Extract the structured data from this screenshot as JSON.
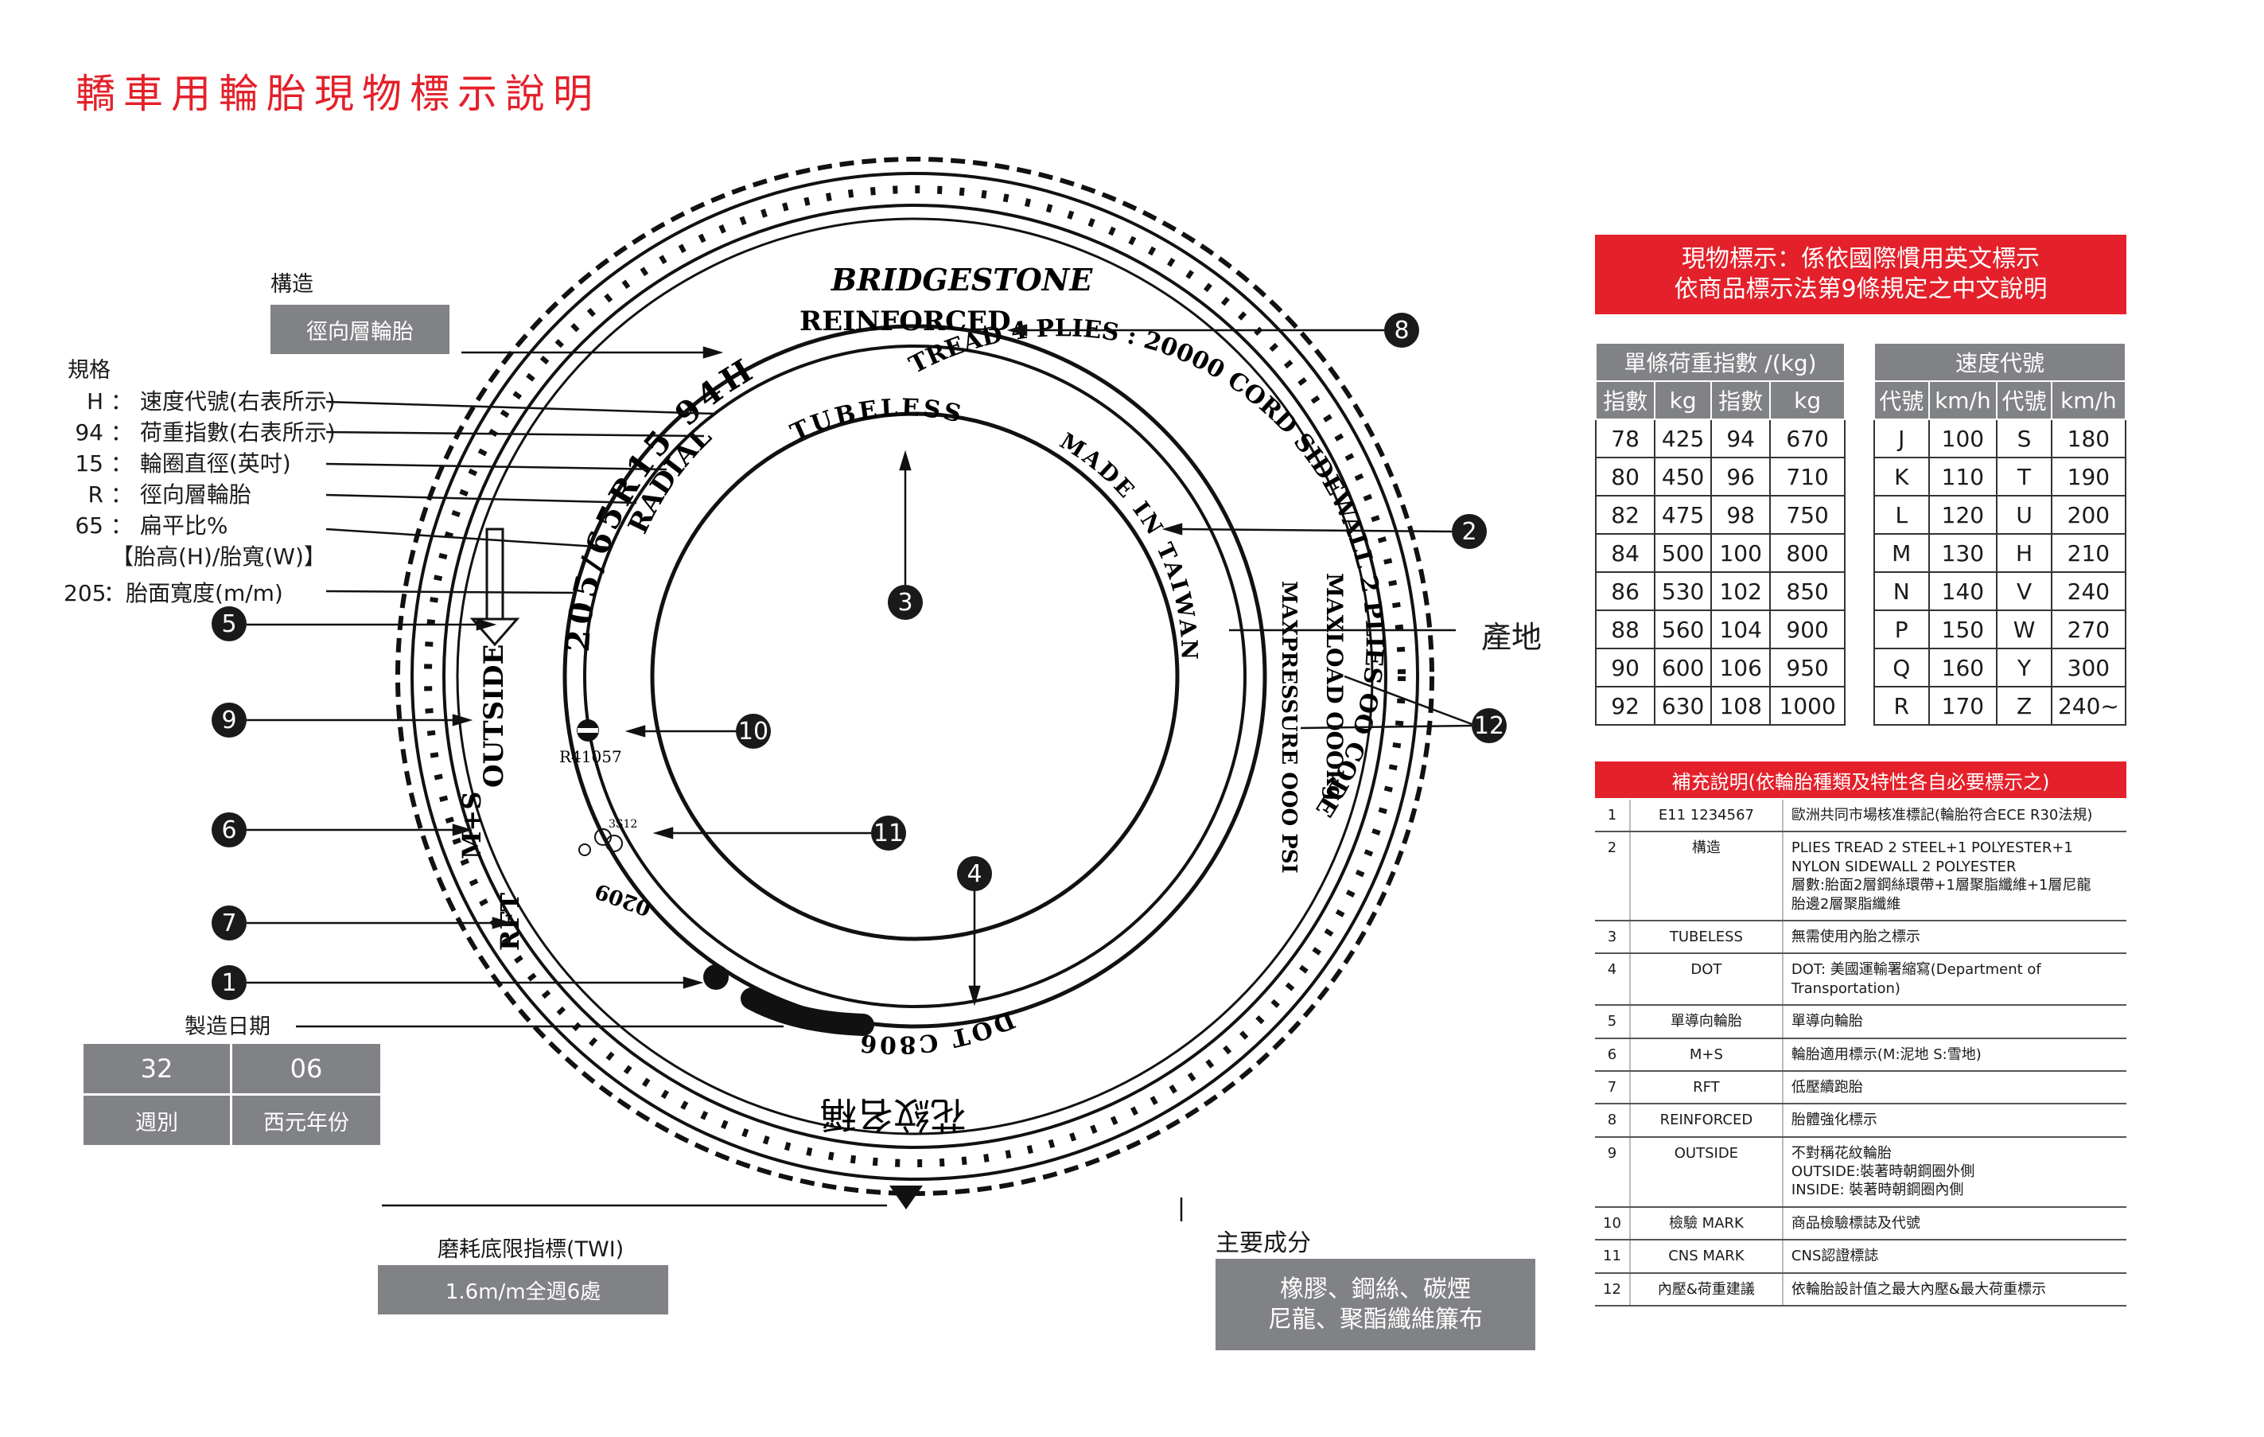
{
  "title": "轎車用輪胎現物標示說明",
  "left": {
    "structure_label": "構造",
    "structure_value": "徑向層輪胎",
    "spec_label": "規格",
    "spec_lines": [
      {
        "key": "H",
        "sep": "：",
        "desc": "速度代號(右表所示)"
      },
      {
        "key": "94",
        "sep": "：",
        "desc": "荷重指數(右表所示)"
      },
      {
        "key": "15",
        "sep": "：",
        "desc": "輪圈直徑(英吋)"
      },
      {
        "key": "R",
        "sep": "：",
        "desc": "徑向層輪胎"
      },
      {
        "key": "65",
        "sep": "：",
        "desc": "扁平比%"
      },
      {
        "key": "",
        "sep": "",
        "desc": "【胎高(H)/胎寬(W)】"
      },
      {
        "key": "205",
        "sep": "：",
        "desc": "胎面寬度(m/m)"
      }
    ],
    "manufacture_label": "製造日期",
    "date_values": [
      "32",
      "06"
    ],
    "date_labels": [
      "週別",
      "西元年份"
    ]
  },
  "tire": {
    "brand": "BRIDGESTONE",
    "reinforced": "REINFORCED",
    "radial": "RADIAL",
    "size": "205/65R15 94H",
    "tubeless": "TUBELESS",
    "tread": "TREAD 4 PLIES : 20000 CORD SIDEWALL 2 PLIES OO CODE",
    "made_in": "MADE IN TAIWAN",
    "maxload": "MAXLOAD OOOkg",
    "maxpressure": "MAXPRESSURE OOO PSI",
    "outside": "OUTSIDE",
    "ms": "M+S",
    "rft": "RFT",
    "dot": "DOT C806",
    "date_code": "0209",
    "r_code": "R41057",
    "cns_code": "3S12",
    "pattern_name": "花紋名稱",
    "origin_label": "產地"
  },
  "callouts": [
    "1",
    "2",
    "3",
    "4",
    "5",
    "6",
    "7",
    "8",
    "9",
    "10",
    "11",
    "12"
  ],
  "twi_label": "磨耗底限指標(TWI)",
  "twi_value": "1.6m/m全週6處",
  "material_label": "主要成分",
  "material_lines": [
    "橡膠、鋼絲、碳煙",
    "尼龍、聚酯纖維簾布"
  ],
  "header_box": [
    "現物標示：係依國際慣用英文標示",
    "依商品標示法第9條規定之中文說明"
  ],
  "load_table": {
    "title": "單條荷重指數 /(kg)",
    "headers": [
      "指數",
      "kg",
      "指數",
      "kg"
    ],
    "rows": [
      [
        "78",
        "425",
        "94",
        "670"
      ],
      [
        "80",
        "450",
        "96",
        "710"
      ],
      [
        "82",
        "475",
        "98",
        "750"
      ],
      [
        "84",
        "500",
        "100",
        "800"
      ],
      [
        "86",
        "530",
        "102",
        "850"
      ],
      [
        "88",
        "560",
        "104",
        "900"
      ],
      [
        "90",
        "600",
        "106",
        "950"
      ],
      [
        "92",
        "630",
        "108",
        "1000"
      ]
    ]
  },
  "speed_table": {
    "title": "速度代號",
    "headers": [
      "代號",
      "km/h",
      "代號",
      "km/h"
    ],
    "rows": [
      [
        "J",
        "100",
        "S",
        "180"
      ],
      [
        "K",
        "110",
        "T",
        "190"
      ],
      [
        "L",
        "120",
        "U",
        "200"
      ],
      [
        "M",
        "130",
        "H",
        "210"
      ],
      [
        "N",
        "140",
        "V",
        "240"
      ],
      [
        "P",
        "150",
        "W",
        "270"
      ],
      [
        "Q",
        "160",
        "Y",
        "300"
      ],
      [
        "R",
        "170",
        "Z",
        "240~"
      ]
    ]
  },
  "supplement": {
    "title": "補充說明(依輪胎種類及特性各自必要標示之)",
    "rows": [
      {
        "n": "1",
        "c": "E11  1234567",
        "d": "歐洲共同市場核准標記(輪胎符合ECE R30法規)"
      },
      {
        "n": "2",
        "c": "構造",
        "d": "PLIES TREAD 2 STEEL+1 POLYESTER+1\nNYLON SIDEWALL 2  POLYESTER\n層數:胎面2層鋼絲環帶+1層聚脂纖維+1層尼龍\n胎邊2層聚脂纖維"
      },
      {
        "n": "3",
        "c": "TUBELESS",
        "d": "無需使用內胎之標示"
      },
      {
        "n": "4",
        "c": "DOT",
        "d": "DOT: 美國運輸署縮寫(Department of\nTransportation)"
      },
      {
        "n": "5",
        "c": "單導向輪胎",
        "d": "單導向輪胎"
      },
      {
        "n": "6",
        "c": "M+S",
        "d": "輪胎適用標示(M:泥地 S:雪地)"
      },
      {
        "n": "7",
        "c": "RFT",
        "d": "低壓續跑胎"
      },
      {
        "n": "8",
        "c": "REINFORCED",
        "d": "胎體強化標示"
      },
      {
        "n": "9",
        "c": "OUTSIDE",
        "d": "不對稱花紋輪胎\nOUTSIDE:裝著時朝鋼圈外側\nINSIDE: 裝著時朝鋼圈內側"
      },
      {
        "n": "10",
        "c": "檢驗 MARK",
        "d": "商品檢驗標誌及代號"
      },
      {
        "n": "11",
        "c": "CNS MARK",
        "d": "CNS認證標誌"
      },
      {
        "n": "12",
        "c": "內壓&荷重建議",
        "d": "依輪胎設計值之最大內壓&最大荷重標示"
      }
    ]
  }
}
